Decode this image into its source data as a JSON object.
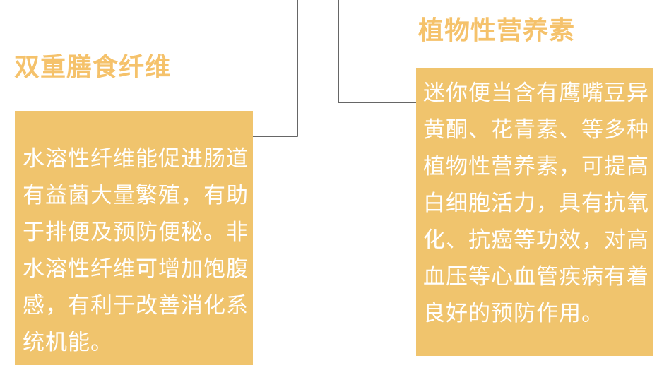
{
  "left_section": {
    "title": "双重膳食纤维",
    "body": "水溶性纤维能促进肠道有益菌大量繁殖，有助于排便及预防便秘。非水溶性纤维可增加饱腹感，有利于改善消化系统机能。"
  },
  "right_section": {
    "title": "植物性营养素",
    "body": "迷你便当含有鹰嘴豆异黄酮、花青素、等多种植物性营养素，可提高白细胞活力，具有抗氧化、抗癌等功效，对高血压等心血管疾病有着良好的预防作用。"
  },
  "colors": {
    "accent": "#f5c26b",
    "card_background": "#f0c46d",
    "card_text": "#ffffff",
    "connector_line": "#333333"
  }
}
